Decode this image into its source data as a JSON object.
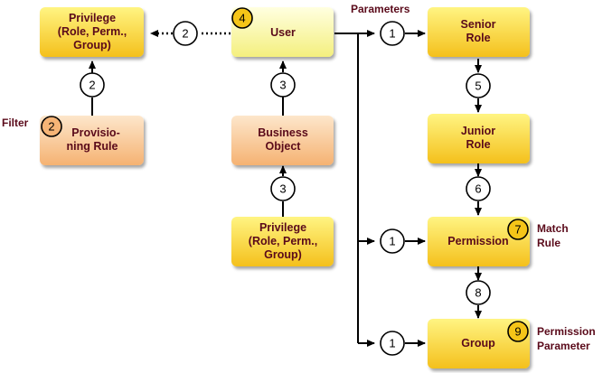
{
  "labels": {
    "parameters": "Parameters",
    "filter": "Filter",
    "match_rule_1": "Match",
    "match_rule_2": "Rule",
    "perm_param_1": "Permission",
    "perm_param_2": "Parameter"
  },
  "boxes": {
    "privilege_top": [
      "Privilege",
      "(Role, Perm.,",
      "Group)"
    ],
    "user": [
      "User"
    ],
    "provisioning_rule": [
      "Provisio-",
      "ning Rule"
    ],
    "business_object": [
      "Business",
      "Object"
    ],
    "privilege_bottom": [
      "Privilege",
      "(Role, Perm.,",
      "Group)"
    ],
    "senior_role": [
      "Senior",
      "Role"
    ],
    "junior_role": [
      "Junior",
      "Role"
    ],
    "permission": [
      "Permission"
    ],
    "group": [
      "Group"
    ]
  },
  "numbers": {
    "user_to_privilege": "2",
    "provisioning_to_privilege": "2",
    "filter_badge": "2",
    "user_badge": "4",
    "business_to_user": "3",
    "privilege_to_business": "3",
    "to_senior": "1",
    "senior_to_junior": "5",
    "junior_to_permission": "6",
    "to_permission": "1",
    "permission_badge": "7",
    "permission_to_group": "8",
    "to_group": "1",
    "group_badge": "9"
  },
  "colors": {
    "box_yellow_top": "#fff06a",
    "box_yellow_bottom": "#f5c21f",
    "user_light_top": "#ffffd8",
    "user_light_bottom": "#f6f28a",
    "box_orange_top": "#fde4c6",
    "box_orange_bottom": "#f6b476",
    "label_color": "#5a0a1a",
    "badge_fill": "#f5c518"
  }
}
